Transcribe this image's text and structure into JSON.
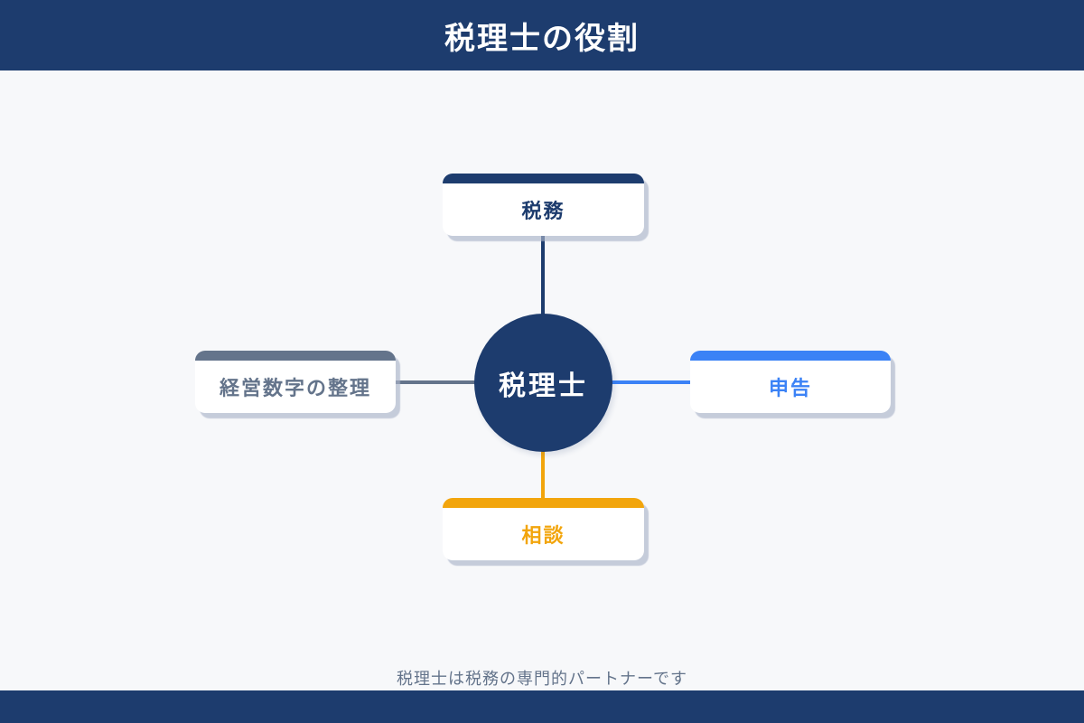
{
  "header": {
    "title": "税理士の役割"
  },
  "center": {
    "label": "税理士"
  },
  "nodes": [
    {
      "id": "tax-affairs",
      "label": "税務",
      "color": "#1d3c6e",
      "position": "top"
    },
    {
      "id": "filing",
      "label": "申告",
      "color": "#3b82f6",
      "position": "right"
    },
    {
      "id": "consultation",
      "label": "相談",
      "color": "#f2a50c",
      "position": "bottom"
    },
    {
      "id": "bookkeeping",
      "label": "経営数字の整理",
      "color": "#64748b",
      "position": "left"
    }
  ],
  "caption": "税理士は税務の専門的パートナーです",
  "colors": {
    "navy": "#1d3c6e",
    "blue": "#3b82f6",
    "orange": "#f2a50c",
    "gray": "#64748b",
    "background": "#f7f8fa",
    "card_shadow": "#aab4ca"
  }
}
